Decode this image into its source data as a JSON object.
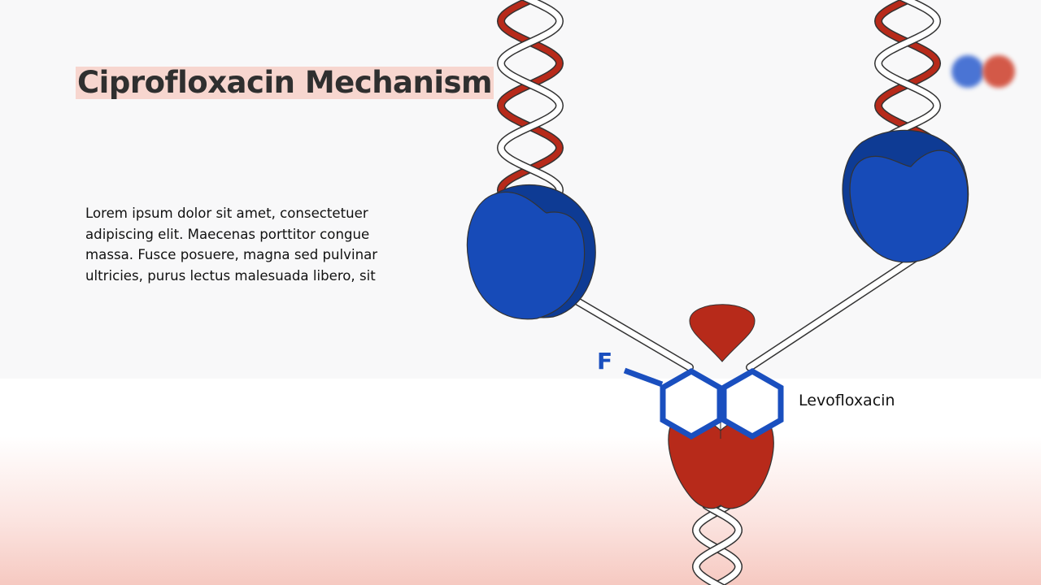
{
  "slide": {
    "title": "Ciprofloxacin Mechanism",
    "body": "Lorem ipsum dolor sit amet, consectetuer adipiscing elit. Maecenas porttitor congue massa. Fusce posuere, magna sed pulvinar ultricies, purus lectus malesuada libero, sit"
  },
  "diagram": {
    "fluorine_label": "F",
    "drug_label": "Levofloxacin"
  },
  "colors": {
    "protein_blue": "#174bb8",
    "protein_blue_dark": "#0e3b94",
    "dna_red": "#b72a1a",
    "title_highlight": "#f7d6cf",
    "ring_blue": "#1a4fbf"
  }
}
